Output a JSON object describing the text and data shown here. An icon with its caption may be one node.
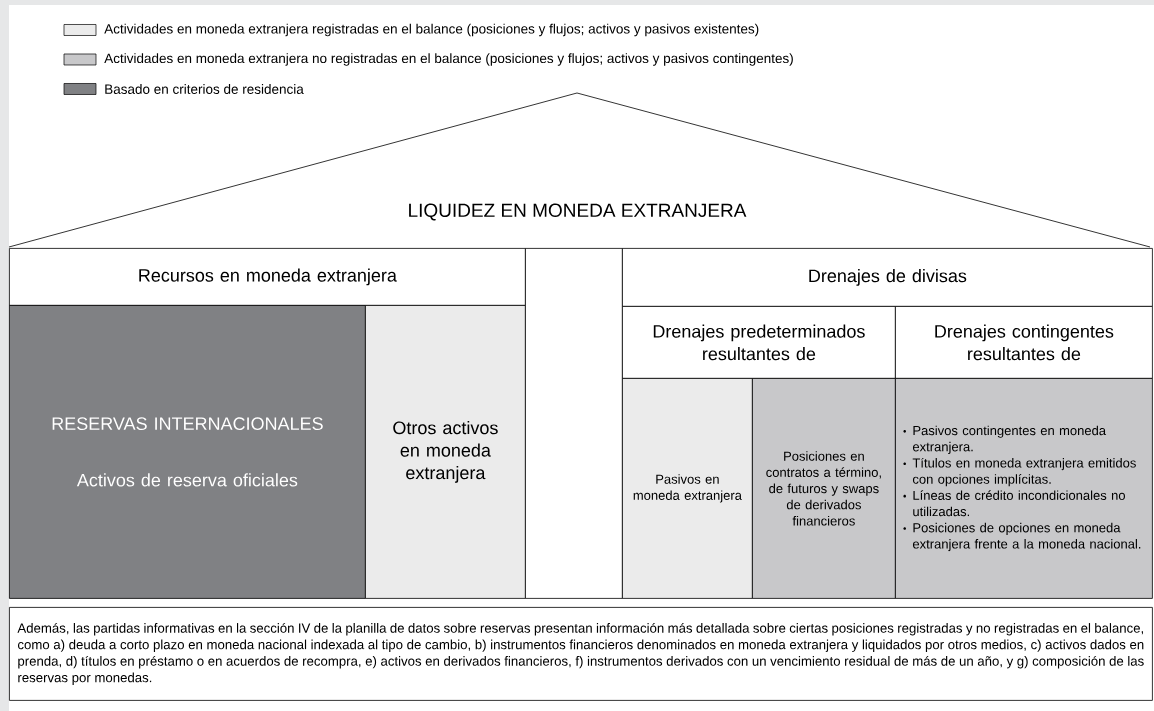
{
  "diagram": {
    "nodes": [
      {
        "text": [
          "LIQUIDEZ EN MONEDA EXTRANJERA"
        ]
      },
      {
        "text": [
          "Recursos en moneda extranjera"
        ]
      },
      {
        "text": [
          "RESERVAS INTERNACIONALES",
          "Activos de reserva oficiales"
        ]
      },
      {
        "text": [
          "Otros activos en moneda extranjera"
        ]
      },
      {
        "text": [],
        "shape": "box"
      },
      {
        "text": [
          "Drenajes de divisas"
        ]
      },
      {
        "text": [
          "Drenajes predeterminados resultantes de"
        ]
      },
      {
        "text": [
          "Drenajes contingentes resultantes de"
        ]
      },
      {
        "text": [
          "Pasivos en moneda extranjera"
        ]
      },
      {
        "text": [
          "Posiciones en contratos a término, de futuros y swaps de derivados financieros"
        ]
      },
      {
        "text": [
          "Pasivos contingentes en moneda extranjera.",
          "Títulos en moneda extranjera emitidos con opciones implícitas.",
          "Líneas de crédito incondicionales no utilizadas.",
          "Posiciones de opciones en moneda extranjera frente a la moneda nacional."
        ]
      },
      {
        "text": [
          "Además, las partidas informativas en la sección IV de la planilla de datos sobre reservas presentan información más detallada sobre ciertas posiciones registradas y no registradas en el balance, como a) deuda a corto plazo en moneda nacional indexada al tipo de cambio, b) instrumentos financieros denominados en moneda extranjera y liquidados por otros medios, c) activos dados en prenda, d) títulos en préstamo o en acuerdos de recompra, e) activos en derivados financieros, f) instrumentos derivados con un vencimiento residual de más de un año, y g) composición de las reservas por monedas."
        ]
      }
    ],
    "legend": [
      {
        "text": "Actividades en moneda extranjera registradas en el balance (posiciones y flujos; activos y pasivos existentes)",
        "color": "#ebebeb"
      },
      {
        "text": "Actividades en moneda extranjera no registradas en el balance (posiciones y flujos; activos y pasivos contingentes)",
        "color": "#c8c8ca"
      },
      {
        "text": "Basado en criterios de residencia",
        "color": "#808184"
      }
    ]
  }
}
